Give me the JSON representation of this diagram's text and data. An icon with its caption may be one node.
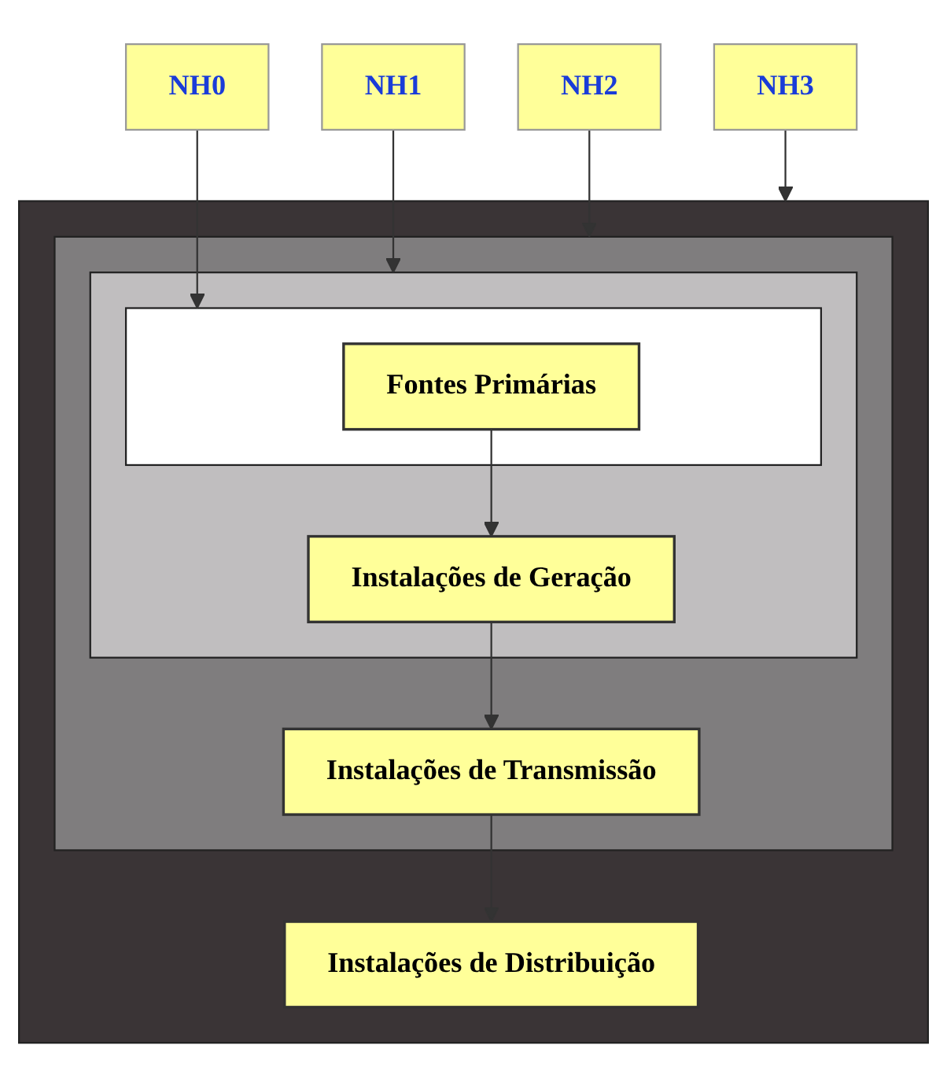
{
  "diagram": {
    "nodes": [
      {
        "text": [],
        "shape": "box"
      },
      {
        "text": [],
        "shape": "box",
        "in": 0
      },
      {
        "text": [],
        "shape": "box",
        "in": 1
      },
      {
        "text": [],
        "shape": "box",
        "in": 2
      },
      {
        "text": [
          "Fontes Primárias"
        ],
        "in": 3
      },
      {
        "text": [
          "Instalações de Geração"
        ],
        "in": 2
      },
      {
        "text": [
          "Instalações de Transmissão"
        ],
        "in": 1
      },
      {
        "text": [
          "Instalações de Distribuição"
        ],
        "in": 0
      },
      {
        "text": [
          "NH0"
        ]
      },
      {
        "text": [
          "NH1"
        ]
      },
      {
        "text": [
          "NH2"
        ]
      },
      {
        "text": [
          "NH3"
        ]
      }
    ],
    "edges": [
      {
        "from": 4,
        "to": 5,
        "arrow": "to"
      },
      {
        "from": 5,
        "to": 6,
        "arrow": "to"
      },
      {
        "from": 6,
        "to": 7,
        "arrow": "to"
      },
      {
        "from": 8,
        "to": 3,
        "arrow": "to"
      },
      {
        "from": 9,
        "to": 2,
        "arrow": "to"
      },
      {
        "from": 10,
        "to": 1,
        "arrow": "to"
      },
      {
        "from": 11,
        "to": 0,
        "arrow": "to"
      }
    ]
  }
}
